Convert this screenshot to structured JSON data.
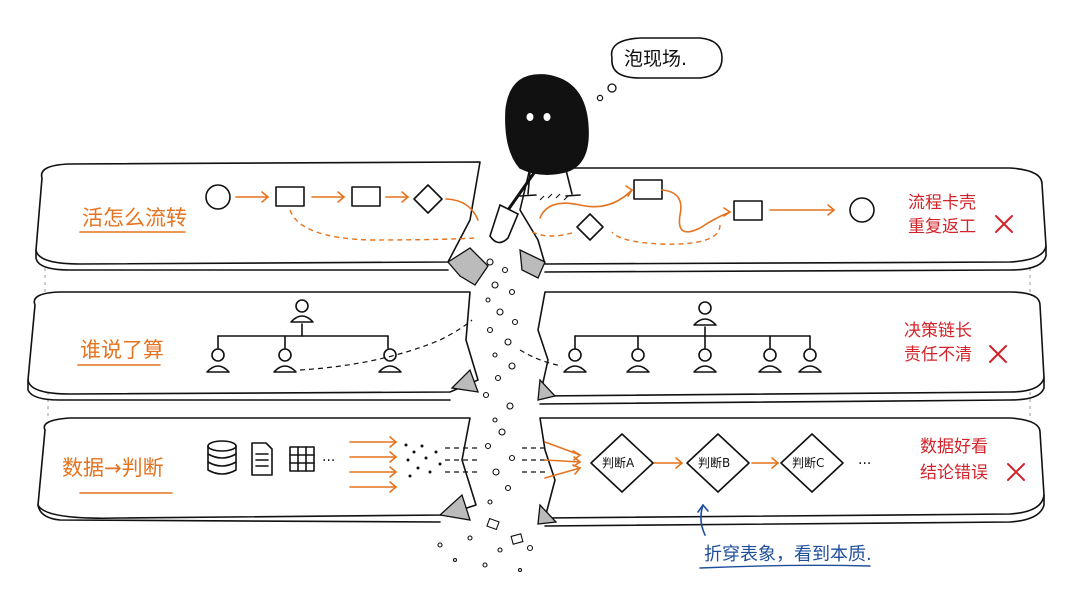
{
  "thought_bubble": "泡现场.",
  "layers": [
    {
      "label": "活怎么流转",
      "issue_line1": "流程卡壳",
      "issue_line2": "重复返工",
      "issue_mark": "✕"
    },
    {
      "label": "谁说了算",
      "issue_line1": "决策链长",
      "issue_line2": "责任不清",
      "issue_mark": "✕"
    },
    {
      "label": "数据→判断",
      "issue_line1": "数据好看",
      "issue_line2": "结论错误",
      "issue_mark": "✕"
    }
  ],
  "judgments": [
    "判断A",
    "判断B",
    "判断C"
  ],
  "ellipsis": "···",
  "caption": "折穿表象，看到本质.",
  "colors": {
    "orange": "#e5731f",
    "red": "#d2232a",
    "blue": "#1f4f9c",
    "ink": "#111111"
  }
}
